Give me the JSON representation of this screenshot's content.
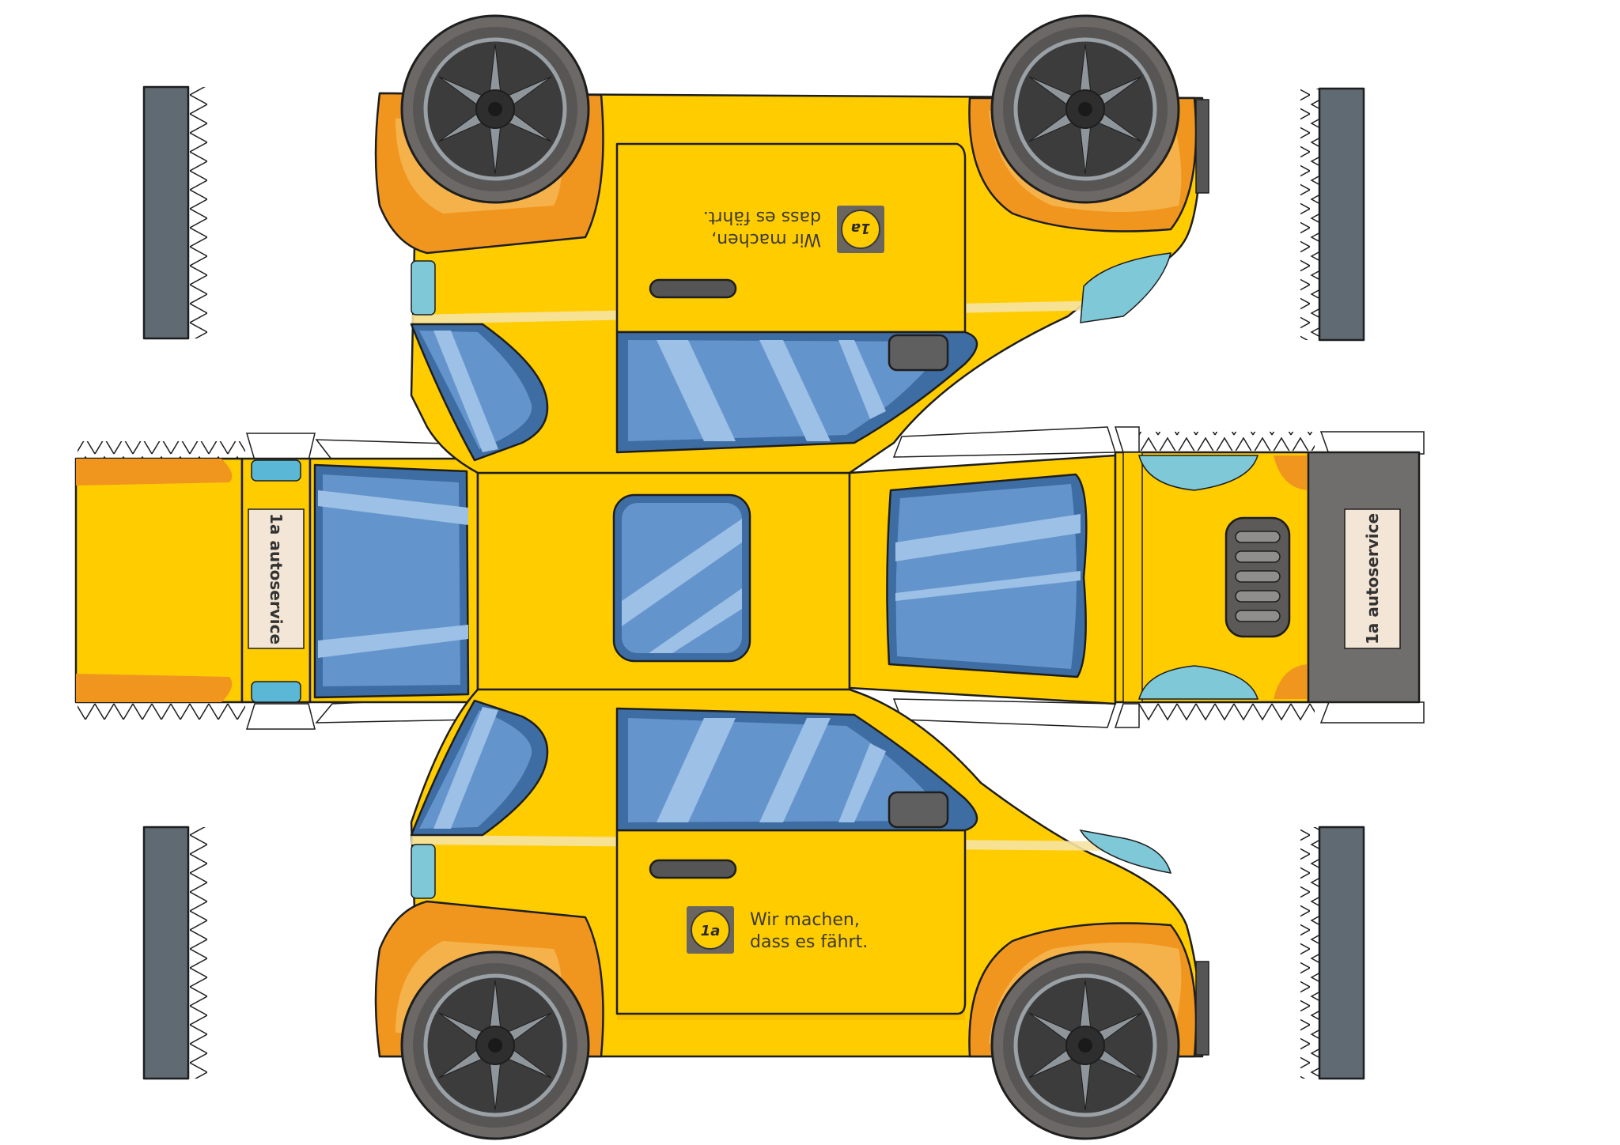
{
  "slogan": {
    "line1": "Wir machen,",
    "line2": "dass es fährt."
  },
  "plate_text": "1a autoservice",
  "logo_text": "1a",
  "colors": {
    "body_yellow": "#ffcc00",
    "fender_orange": "#f0961f",
    "fender_light": "#f5b24a",
    "glass_blue": "#6494cc",
    "glass_highlight": "#9cc0e6",
    "lamp_teal": "#7ec8d8",
    "tire_dark": "#4a4a4a",
    "rim_grey": "#8f969b",
    "glue_strip": "#5f6a72",
    "bumper_grey": "#6f6e6c"
  },
  "icons": [
    "wheel-icon",
    "logo-1a-icon",
    "door-handle-icon",
    "mirror-icon",
    "grille-icon"
  ]
}
